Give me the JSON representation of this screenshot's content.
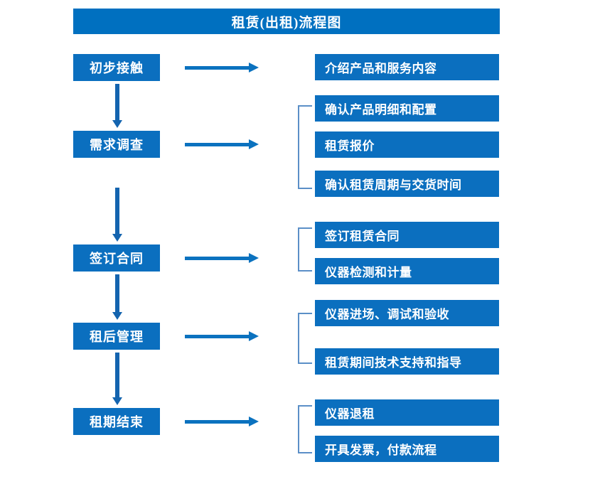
{
  "title": "租赁(出租)流程图",
  "colors": {
    "banner": "#0070C0",
    "box": "#0B6FBF",
    "arrow": "#0B72BF",
    "bracket": "#5B8FC7",
    "text": "#FFFFFF",
    "background": "#FFFFFF"
  },
  "stages": [
    {
      "label": "初步接触"
    },
    {
      "label": "需求调查"
    },
    {
      "label": "签订合同"
    },
    {
      "label": "租后管理"
    },
    {
      "label": "租期结束"
    }
  ],
  "details": [
    {
      "label": "介绍产品和服务内容"
    },
    {
      "label": "确认产品明细和配置"
    },
    {
      "label": "租赁报价"
    },
    {
      "label": "确认租赁周期与交货时间"
    },
    {
      "label": "签订租赁合同"
    },
    {
      "label": "仪器检测和计量"
    },
    {
      "label": "仪器进场、调试和验收"
    },
    {
      "label": "租赁期间技术支持和指导"
    },
    {
      "label": "仪器退租"
    },
    {
      "label": "开具发票，付款流程"
    }
  ],
  "chart_data": {
    "type": "diagram",
    "title": "租赁(出租)流程图",
    "orientation": "vertical-with-branches",
    "nodes": [
      {
        "id": "s1",
        "label": "初步接触",
        "column": "stage"
      },
      {
        "id": "s2",
        "label": "需求调查",
        "column": "stage"
      },
      {
        "id": "s3",
        "label": "签订合同",
        "column": "stage"
      },
      {
        "id": "s4",
        "label": "租后管理",
        "column": "stage"
      },
      {
        "id": "s5",
        "label": "租期结束",
        "column": "stage"
      },
      {
        "id": "d1",
        "label": "介绍产品和服务内容",
        "column": "detail"
      },
      {
        "id": "d2",
        "label": "确认产品明细和配置",
        "column": "detail"
      },
      {
        "id": "d3",
        "label": "租赁报价",
        "column": "detail"
      },
      {
        "id": "d4",
        "label": "确认租赁周期与交货时间",
        "column": "detail"
      },
      {
        "id": "d5",
        "label": "签订租赁合同",
        "column": "detail"
      },
      {
        "id": "d6",
        "label": "仪器检测和计量",
        "column": "detail"
      },
      {
        "id": "d7",
        "label": "仪器进场、调试和验收",
        "column": "detail"
      },
      {
        "id": "d8",
        "label": "租赁期间技术支持和指导",
        "column": "detail"
      },
      {
        "id": "d9",
        "label": "仪器退租",
        "column": "detail"
      },
      {
        "id": "d10",
        "label": "开具发票，付款流程",
        "column": "detail"
      }
    ],
    "edges": [
      {
        "from": "s1",
        "to": "s2",
        "kind": "flow-down"
      },
      {
        "from": "s2",
        "to": "s3",
        "kind": "flow-down"
      },
      {
        "from": "s3",
        "to": "s4",
        "kind": "flow-down"
      },
      {
        "from": "s4",
        "to": "s5",
        "kind": "flow-down"
      },
      {
        "from": "s1",
        "to": [
          "d1"
        ],
        "kind": "expand-right"
      },
      {
        "from": "s2",
        "to": [
          "d2",
          "d3",
          "d4"
        ],
        "kind": "expand-right-bracket"
      },
      {
        "from": "s3",
        "to": [
          "d5",
          "d6"
        ],
        "kind": "expand-right-bracket"
      },
      {
        "from": "s4",
        "to": [
          "d7",
          "d8"
        ],
        "kind": "expand-right-bracket"
      },
      {
        "from": "s5",
        "to": [
          "d9",
          "d10"
        ],
        "kind": "expand-right-bracket"
      }
    ]
  }
}
